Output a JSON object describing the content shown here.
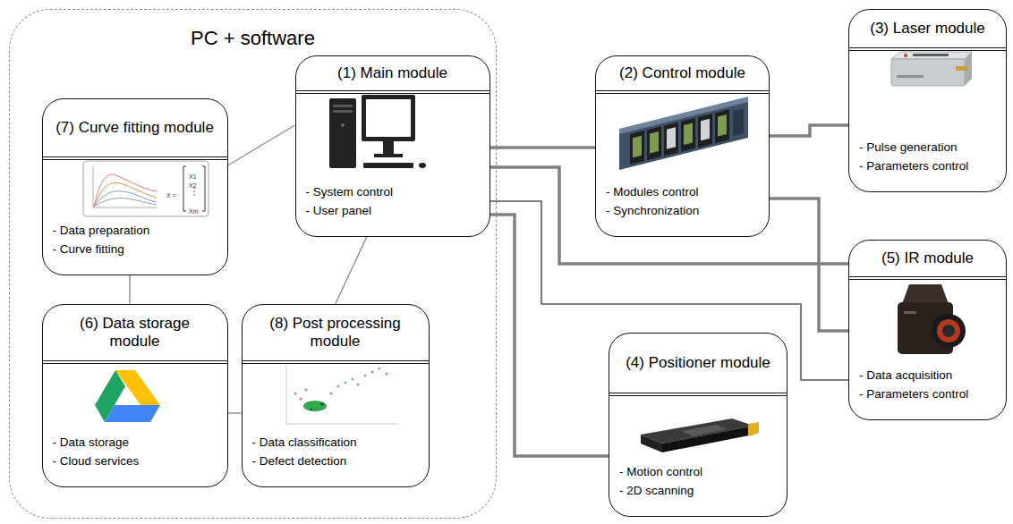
{
  "diagram": {
    "nodes": [
      {
        "text": [
          "PC + software"
        ]
      },
      {
        "text": [
          "(1) Main module",
          "- System control",
          "- User panel"
        ],
        "in": 0
      },
      {
        "text": [
          "(2) Control module",
          "- Modules control",
          "- Synchronization"
        ]
      },
      {
        "text": [
          "(3) Laser module",
          "- Pulse generation",
          "- Parameters control"
        ]
      },
      {
        "text": [
          "(4) Positioner module",
          "- Motion control",
          "- 2D scanning"
        ]
      },
      {
        "text": [
          "(5) IR module",
          "- Data acquisition",
          "- Parameters control"
        ]
      },
      {
        "text": [
          "(6) Data storage module",
          "- Data storage",
          "- Cloud services"
        ],
        "in": 0
      },
      {
        "text": [
          "(7) Curve fitting module",
          "- Data preparation",
          "- Curve fitting"
        ],
        "in": 0
      },
      {
        "text": [
          "(8) Post processing module",
          "- Data classification",
          "- Defect detection"
        ],
        "in": 0
      }
    ],
    "edges": [
      {
        "from": 1,
        "to": 2,
        "arrow": "none"
      },
      {
        "from": 2,
        "to": 3,
        "arrow": "none"
      },
      {
        "from": 2,
        "to": 5,
        "arrow": "none"
      },
      {
        "from": 1,
        "to": 5,
        "arrow": "none"
      },
      {
        "from": 1,
        "to": 4,
        "arrow": "none"
      },
      {
        "from": 1,
        "to": 5,
        "arrow": "none"
      },
      {
        "from": 1,
        "to": 7,
        "arrow": "none"
      },
      {
        "from": 1,
        "to": 8,
        "arrow": "none"
      },
      {
        "from": 7,
        "to": 6,
        "arrow": "none"
      },
      {
        "from": 6,
        "to": 8,
        "arrow": "none"
      }
    ],
    "labels": [
      "X =",
      "X1",
      "X2",
      "Xm"
    ]
  }
}
